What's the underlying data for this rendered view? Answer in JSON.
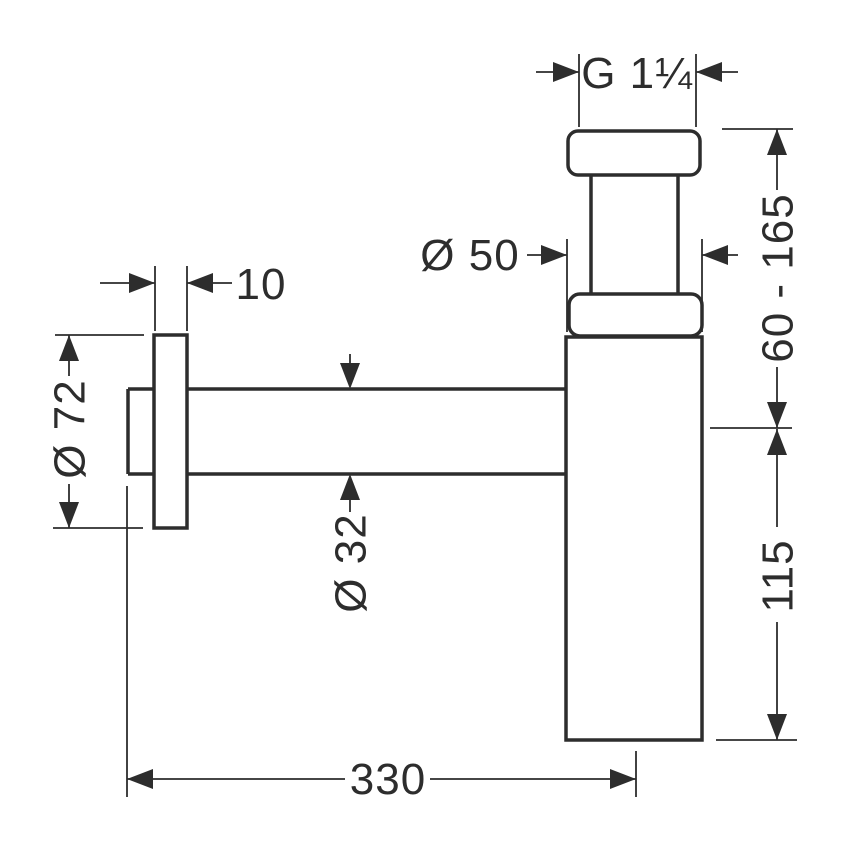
{
  "drawing": {
    "kind": "technical dimension drawing",
    "labels": {
      "thread_size": "G 1¼",
      "body_diameter": "Ø 50",
      "height_range": "60 - 165",
      "flange_thickness": "10",
      "flange_diameter": "Ø 72",
      "pipe_diameter": "Ø 32",
      "body_height": "115",
      "projection": "330"
    },
    "colors": {
      "line": "#2d2d2d",
      "background": "#ffffff"
    }
  }
}
